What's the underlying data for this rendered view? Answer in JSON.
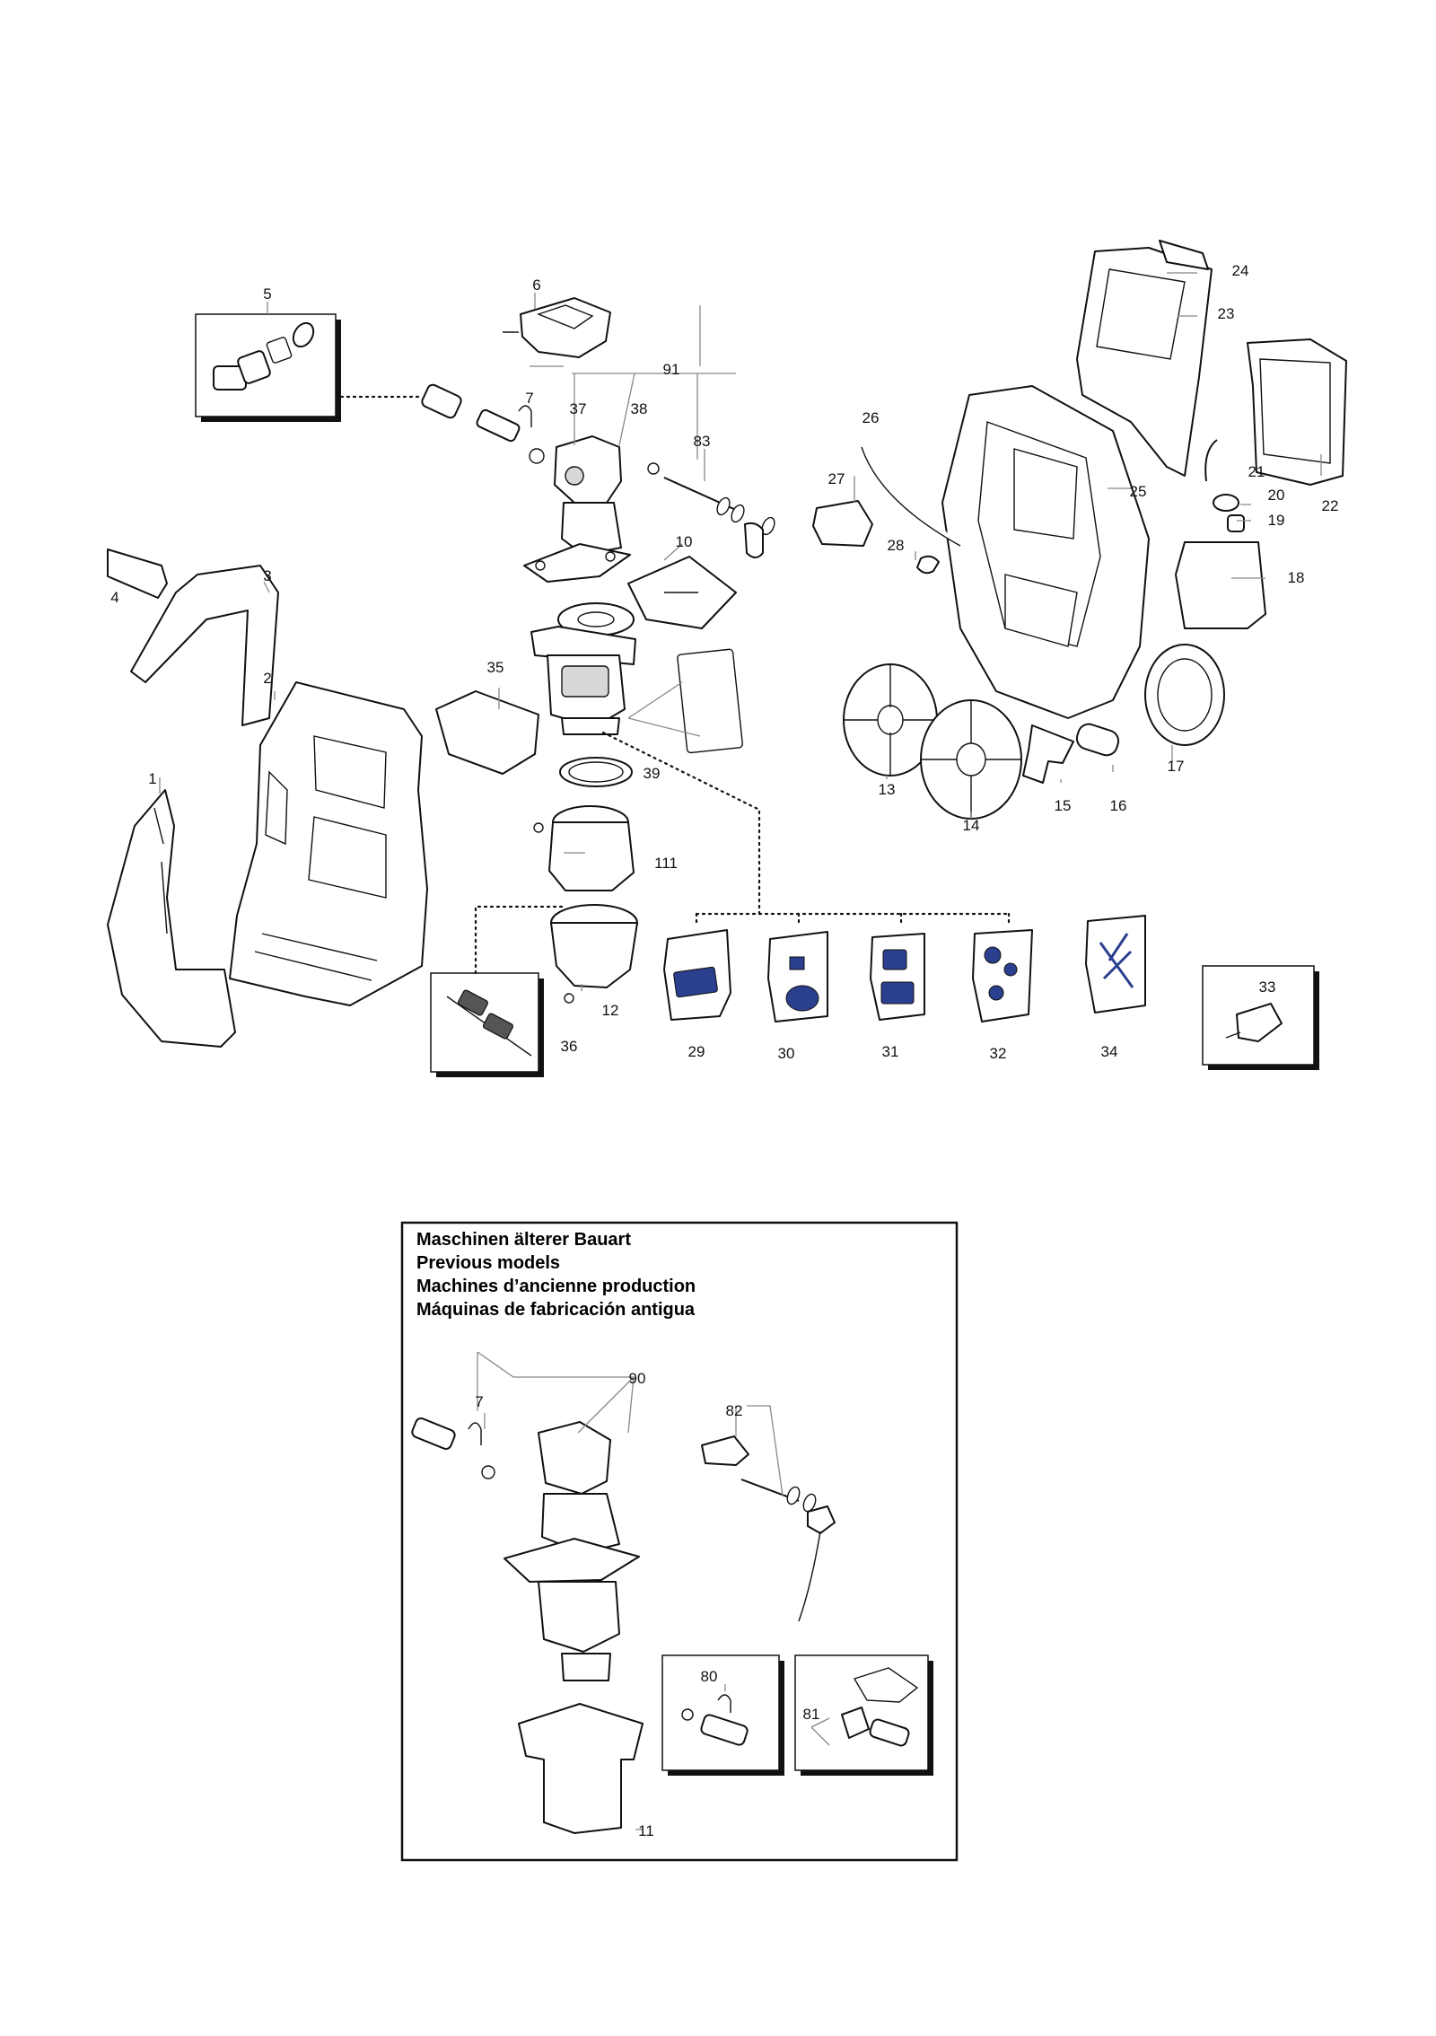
{
  "callouts": {
    "c1": "1",
    "c2": "2",
    "c3": "3",
    "c4": "4",
    "c5": "5",
    "c6": "6",
    "c7": "7",
    "c10": "10",
    "c12": "12",
    "c13": "13",
    "c14": "14",
    "c15": "15",
    "c16": "16",
    "c17": "17",
    "c18": "18",
    "c19": "19",
    "c20": "20",
    "c21": "21",
    "c22": "22",
    "c23": "23",
    "c24": "24",
    "c25": "25",
    "c26": "26",
    "c27": "27",
    "c28": "28",
    "c29": "29",
    "c30": "30",
    "c31": "31",
    "c32": "32",
    "c33": "33",
    "c34": "34",
    "c35": "35",
    "c36": "36",
    "c37": "37",
    "c38": "38",
    "c39": "39",
    "c83": "83",
    "c91": "91",
    "c111": "111"
  },
  "previous_models": {
    "title_de": "Maschinen älterer Bauart",
    "title_en": "Previous models",
    "title_fr": "Machines d’ancienne production",
    "title_es": "Máquinas de fabricación antigua",
    "callouts": {
      "c7": "7",
      "c11": "11",
      "c80": "80",
      "c81": "81",
      "c82": "82",
      "c90": "90"
    }
  },
  "colors": {
    "line": "#111111",
    "leader": "#888888",
    "bag_print": "#2b3f8f"
  }
}
